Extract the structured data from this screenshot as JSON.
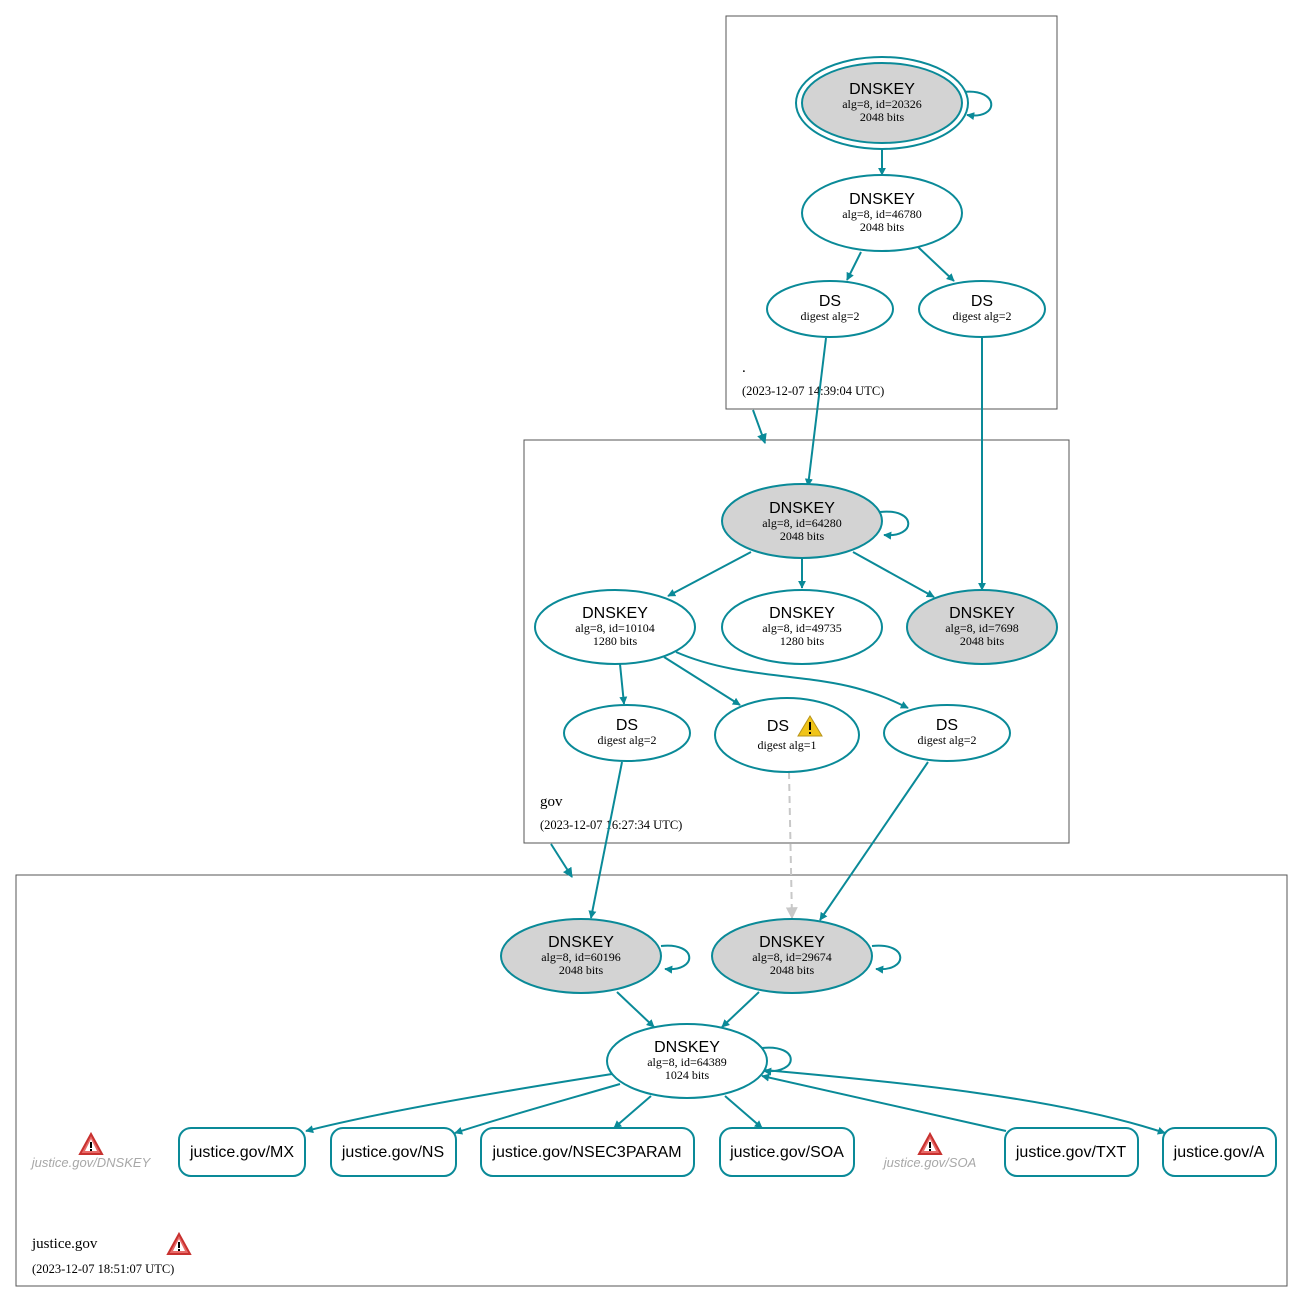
{
  "zones": {
    "root": {
      "name": ".",
      "timestamp": "(2023-12-07 14:39:04 UTC)"
    },
    "gov": {
      "name": "gov",
      "timestamp": "(2023-12-07 16:27:34 UTC)"
    },
    "justice": {
      "name": "justice.gov",
      "timestamp": "(2023-12-07 18:51:07 UTC)"
    }
  },
  "nodes": {
    "root_ksk": {
      "type": "DNSKEY",
      "line1": "alg=8, id=20326",
      "line2": "2048 bits"
    },
    "root_zsk": {
      "type": "DNSKEY",
      "line1": "alg=8, id=46780",
      "line2": "2048 bits"
    },
    "root_ds1": {
      "type": "DS",
      "line1": "digest alg=2"
    },
    "root_ds2": {
      "type": "DS",
      "line1": "digest alg=2"
    },
    "gov_ksk1": {
      "type": "DNSKEY",
      "line1": "alg=8, id=64280",
      "line2": "2048 bits"
    },
    "gov_zsk1": {
      "type": "DNSKEY",
      "line1": "alg=8, id=10104",
      "line2": "1280 bits"
    },
    "gov_zsk2": {
      "type": "DNSKEY",
      "line1": "alg=8, id=49735",
      "line2": "1280 bits"
    },
    "gov_ksk2": {
      "type": "DNSKEY",
      "line1": "alg=8, id=7698",
      "line2": "2048 bits"
    },
    "gov_ds1": {
      "type": "DS",
      "line1": "digest alg=2"
    },
    "gov_ds2": {
      "type": "DS",
      "line1": "digest alg=1"
    },
    "gov_ds3": {
      "type": "DS",
      "line1": "digest alg=2"
    },
    "jg_ksk1": {
      "type": "DNSKEY",
      "line1": "alg=8, id=60196",
      "line2": "2048 bits"
    },
    "jg_ksk2": {
      "type": "DNSKEY",
      "line1": "alg=8, id=29674",
      "line2": "2048 bits"
    },
    "jg_zsk": {
      "type": "DNSKEY",
      "line1": "alg=8, id=64389",
      "line2": "1024 bits"
    }
  },
  "rrsets": {
    "mx": "justice.gov/MX",
    "ns": "justice.gov/NS",
    "nsec3param": "justice.gov/NSEC3PARAM",
    "soa": "justice.gov/SOA",
    "txt": "justice.gov/TXT",
    "a": "justice.gov/A"
  },
  "errors": {
    "dnskey": "justice.gov/DNSKEY",
    "soa": "justice.gov/SOA"
  },
  "colors": {
    "edge": "#0a8a98",
    "sep_fill": "#d3d3d3",
    "warning": "#f0c419",
    "error": "#c8312f"
  },
  "icons": {
    "warning": "warning-triangle-icon",
    "error": "error-triangle-icon"
  }
}
